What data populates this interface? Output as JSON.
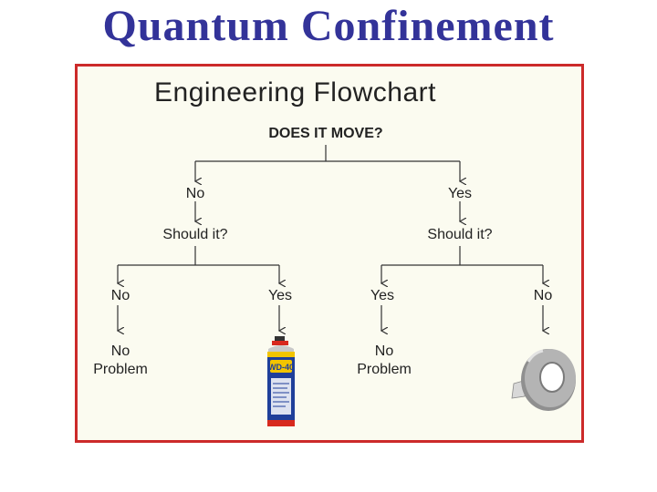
{
  "slide": {
    "title": "Quantum  Confinement"
  },
  "flowchart": {
    "title": "Engineering Flowchart",
    "question": "DOES IT MOVE?",
    "branch_no": "No",
    "branch_yes": "Yes",
    "should_left": "Should it?",
    "should_right": "Should it?",
    "leaf1_answer": "No",
    "leaf2_answer": "Yes",
    "leaf3_answer": "Yes",
    "leaf4_answer": "No",
    "leaf1_result": "No\nProblem",
    "leaf3_result": "No\nProblem",
    "wd40_label": "WD-40"
  },
  "icons": {
    "spray_can": "wd40-can-icon",
    "tape": "duct-tape-icon"
  },
  "colors": {
    "title": "#333399",
    "frame_border": "#cc2a2a",
    "frame_bg": "#fbfbf0",
    "can_blue": "#1f3f9a",
    "can_yellow": "#f2c400",
    "can_red": "#d8291e",
    "tape_gray": "#9a9a9a"
  }
}
